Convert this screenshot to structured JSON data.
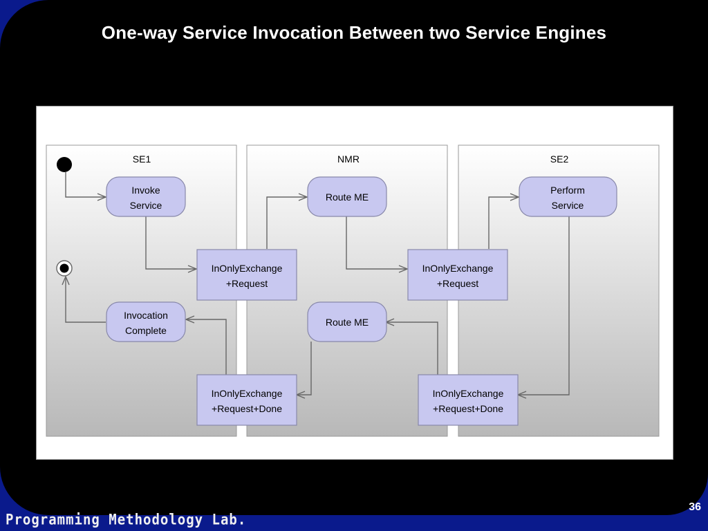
{
  "slide": {
    "title": "One-way Service Invocation Between two Service Engines",
    "footer": "Programming Methodology Lab.",
    "page_number": "36"
  },
  "diagram": {
    "lanes": [
      "SE1",
      "NMR",
      "SE2"
    ],
    "nodes": {
      "invoke_service": [
        "Invoke",
        "Service"
      ],
      "route_me_1": [
        "Route ME"
      ],
      "perform_service": [
        "Perform",
        "Service"
      ],
      "exchange_request_1": [
        "InOnlyExchange",
        "+Request"
      ],
      "exchange_request_2": [
        "InOnlyExchange",
        "+Request"
      ],
      "invocation_complete": [
        "Invocation",
        "Complete"
      ],
      "route_me_2": [
        "Route ME"
      ],
      "exchange_done_1": [
        "InOnlyExchange",
        "+Request+Done"
      ],
      "exchange_done_2": [
        "InOnlyExchange",
        "+Request+Done"
      ]
    }
  }
}
